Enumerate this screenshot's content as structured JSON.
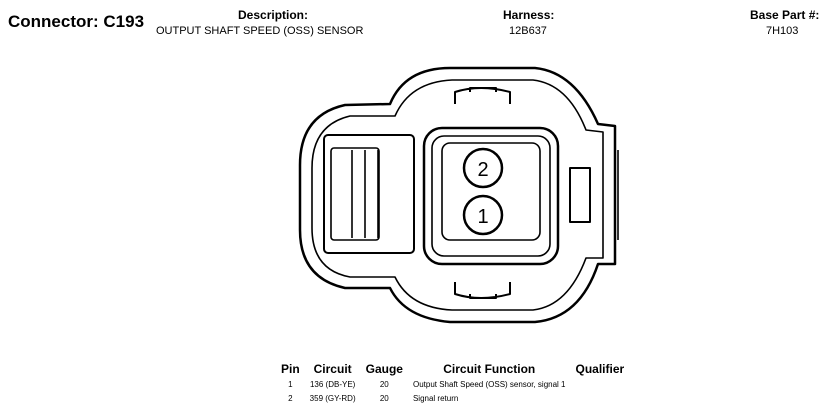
{
  "header": {
    "connector_title": "Connector: C193",
    "description_label": "Description:",
    "description_value": "OUTPUT SHAFT SPEED (OSS) SENSOR",
    "harness_label": "Harness:",
    "harness_value": "12B637",
    "base_part_label": "Base Part #:",
    "base_part_value": "7H103"
  },
  "diagram": {
    "pins": [
      {
        "label": "2"
      },
      {
        "label": "1"
      }
    ]
  },
  "pin_table": {
    "headers": [
      "Pin",
      "Circuit",
      "Gauge",
      "Circuit Function",
      "Qualifier"
    ],
    "rows": [
      {
        "pin": "1",
        "circuit": "136 (DB-YE)",
        "gauge": "20",
        "function": "Output Shaft Speed (OSS) sensor, signal 1",
        "qualifier": ""
      },
      {
        "pin": "2",
        "circuit": "359 (GY-RD)",
        "gauge": "20",
        "function": "Signal return",
        "qualifier": ""
      }
    ]
  }
}
